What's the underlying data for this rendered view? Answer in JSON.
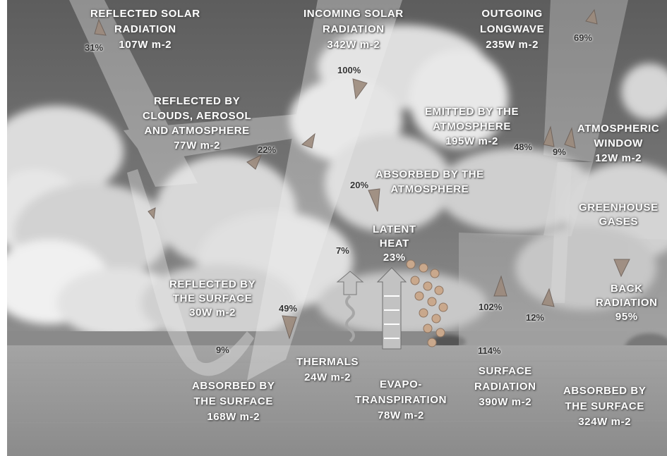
{
  "labels": {
    "reflected_solar": {
      "l1": "REFLECTED SOLAR",
      "l2": "RADIATION",
      "l3": "107W m-2"
    },
    "incoming_solar": {
      "l1": "INCOMING SOLAR",
      "l2": "RADIATION",
      "l3": "342W m-2"
    },
    "outgoing_longwave": {
      "l1": "OUTGOING",
      "l2": "LONGWAVE",
      "l3": "235W m-2"
    },
    "reflected_clouds": {
      "l1": "REFLECTED BY",
      "l2": "CLOUDS, AEROSOL",
      "l3": "AND ATMOSPHERE",
      "l4": "77W m-2"
    },
    "emitted_atmosphere": {
      "l1": "EMITTED BY THE",
      "l2": "ATMOSPHERE",
      "l3": "195W m-2"
    },
    "atmospheric_window": {
      "l1": "ATMOSPHERIC",
      "l2": "WINDOW",
      "l3": "12W m-2"
    },
    "absorbed_atmosphere": {
      "l1": "ABSORBED BY THE",
      "l2": "ATMOSPHERE"
    },
    "greenhouse": {
      "l1": "GREENHOUSE",
      "l2": "GASES"
    },
    "latent_heat": {
      "l1": "LATENT",
      "l2": "HEAT",
      "l3": "23%"
    },
    "reflected_surface": {
      "l1": "REFLECTED BY",
      "l2": "THE SURFACE",
      "l3": "30W m-2"
    },
    "back_radiation": {
      "l1": "BACK",
      "l2": "RADIATION",
      "l3": "95%"
    },
    "thermals": {
      "l1": "THERMALS",
      "l2": "24W m-2"
    },
    "evapotranspiration": {
      "l1": "EVAPO-",
      "l2": "TRANSPIRATION",
      "l3": "78W m-2"
    },
    "surface_radiation": {
      "l1": "SURFACE",
      "l2": "RADIATION",
      "l3": "390W m-2"
    },
    "absorbed_surface_left": {
      "l1": "ABSORBED BY",
      "l2": "THE SURFACE",
      "l3": "168W m-2"
    },
    "absorbed_surface_right": {
      "l1": "ABSORBED BY",
      "l2": "THE SURFACE",
      "l3": "324W m-2"
    }
  },
  "percentages": {
    "reflected_solar": "31%",
    "incoming_solar": "100%",
    "outgoing_longwave": "69%",
    "reflected_clouds": "22%",
    "emitted_atmosphere": "48%",
    "atmospheric_window": "9%",
    "absorbed_atmosphere": "20%",
    "thermals": "7%",
    "absorbed_surface": "49%",
    "reflected_surface": "9%",
    "surface_radiation": "102%",
    "window_surface": "12%",
    "surface_total": "114%"
  }
}
